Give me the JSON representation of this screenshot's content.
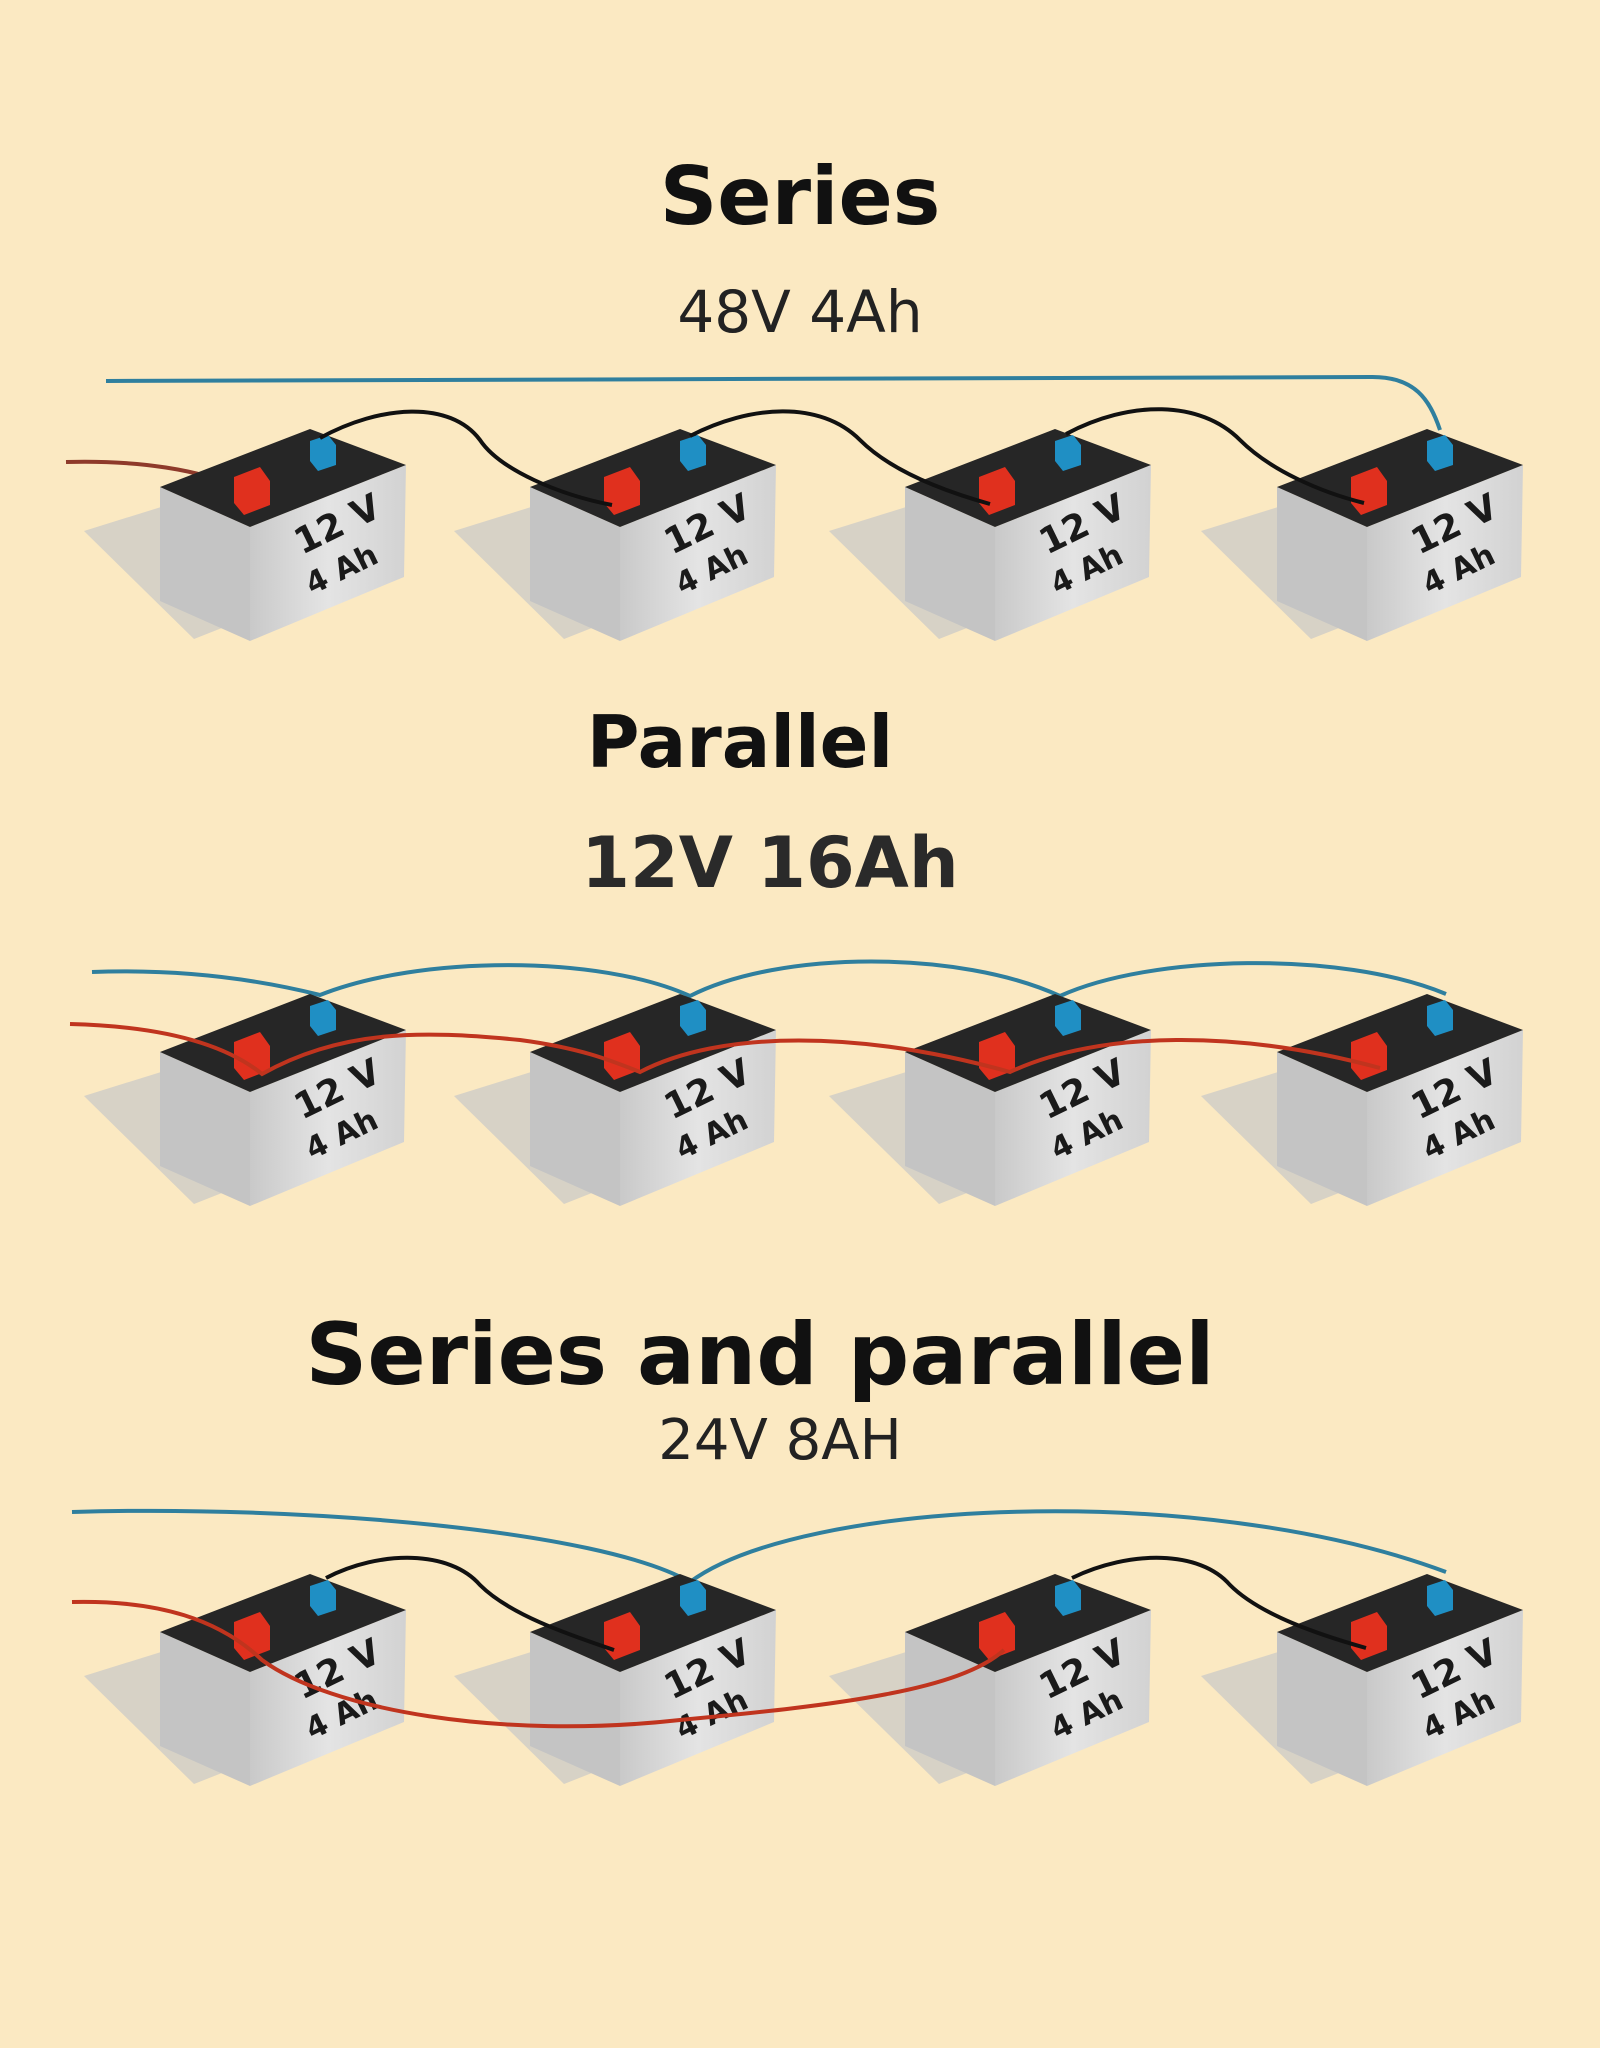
{
  "sections": [
    {
      "id": "series",
      "title": "Series",
      "spec": "48V  4Ah",
      "batteries": [
        {
          "voltage": "12 V",
          "capacity": "4 Ah"
        },
        {
          "voltage": "12 V",
          "capacity": "4 Ah"
        },
        {
          "voltage": "12 V",
          "capacity": "4 Ah"
        },
        {
          "voltage": "12 V",
          "capacity": "4 Ah"
        }
      ]
    },
    {
      "id": "parallel",
      "title": "Parallel",
      "spec": "12V 16Ah",
      "batteries": [
        {
          "voltage": "12 V",
          "capacity": "4 Ah"
        },
        {
          "voltage": "12 V",
          "capacity": "4 Ah"
        },
        {
          "voltage": "12 V",
          "capacity": "4 Ah"
        },
        {
          "voltage": "12 V",
          "capacity": "4 Ah"
        }
      ]
    },
    {
      "id": "series-parallel",
      "title": "Series and parallel",
      "spec": "24V 8AH",
      "batteries": [
        {
          "voltage": "12 V",
          "capacity": "4 Ah"
        },
        {
          "voltage": "12 V",
          "capacity": "4 Ah"
        },
        {
          "voltage": "12 V",
          "capacity": "4 Ah"
        },
        {
          "voltage": "12 V",
          "capacity": "4 Ah"
        }
      ]
    }
  ],
  "colors": {
    "background": "#fbe9c2",
    "battery_body": "#dcdcdc",
    "battery_top": "#262626",
    "positive_terminal": "#e0301e",
    "negative_terminal": "#1f8fc4",
    "positive_wire": "#b8321e",
    "negative_wire": "#2f7f9e",
    "jumper_wire": "#111111"
  }
}
